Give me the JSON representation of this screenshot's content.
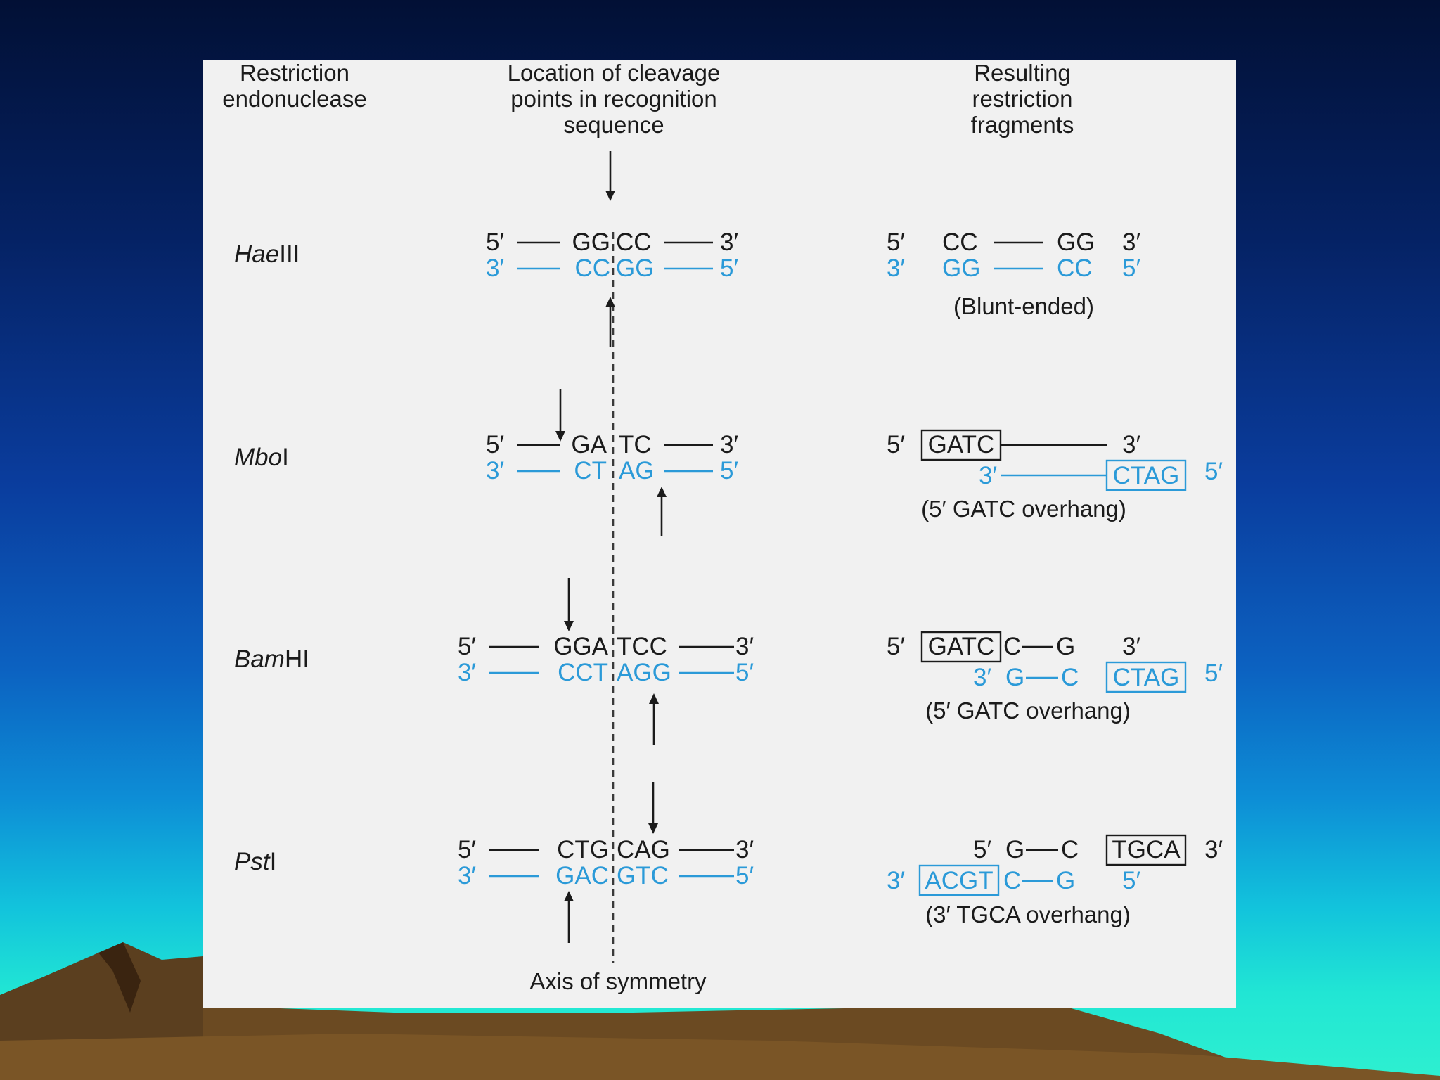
{
  "headers": {
    "enzyme_line1": "Restriction",
    "enzyme_line2": "endonuclease",
    "cleavage_line1": "Location of cleavage",
    "cleavage_line2": "points in recognition",
    "cleavage_line3": "sequence",
    "fragments_line1": "Resulting",
    "fragments_line2": "restriction",
    "fragments_line3": "fragments"
  },
  "axis_label": "Axis of symmetry",
  "colors": {
    "top_strand": "#1b1b1b",
    "bottom_strand": "#2b9ad8",
    "panel": "#f1f1f1"
  },
  "enzymes": [
    {
      "name_italic": "Hae",
      "name_roman": "III",
      "top_5": "5′",
      "top_left": "GG",
      "top_right": "CC",
      "top_3": "3′",
      "bot_3": "3′",
      "bot_left": "CC",
      "bot_right": "GG",
      "bot_5": "5′",
      "frag_top_5": "5′",
      "frag_top_a": "CC",
      "frag_top_b": "GG",
      "frag_top_3": "3′",
      "frag_bot_3": "3′",
      "frag_bot_a": "GG",
      "frag_bot_b": "CC",
      "frag_bot_5": "5′",
      "note": "(Blunt-ended)"
    },
    {
      "name_italic": "Mbo",
      "name_roman": "I",
      "top_5": "5′",
      "top_left": "GA",
      "top_right": "TC",
      "top_3": "3′",
      "bot_3": "3′",
      "bot_left": "CT",
      "bot_right": "AG",
      "bot_5": "5′",
      "frag_top_5": "5′",
      "frag_top_box": "GATC",
      "frag_top_3": "3′",
      "frag_bot_3": "3′",
      "frag_bot_box": "CTAG",
      "frag_bot_5": "5′",
      "note": "(5′ GATC overhang)"
    },
    {
      "name_italic": "Bam",
      "name_roman": "HI",
      "top_5": "5′",
      "top_left": "GGA",
      "top_right": "TCC",
      "top_3": "3′",
      "bot_3": "3′",
      "bot_left": "CCT",
      "bot_right": "AGG",
      "bot_5": "5′",
      "frag_top_5": "5′",
      "frag_top_box": "GATC",
      "frag_top_a": "C",
      "frag_top_b": "G",
      "frag_top_3": "3′",
      "frag_bot_3": "3′",
      "frag_bot_a": "G",
      "frag_bot_b": "C",
      "frag_bot_box": "CTAG",
      "frag_bot_5": "5′",
      "note": "(5′ GATC overhang)"
    },
    {
      "name_italic": "Pst",
      "name_roman": "I",
      "top_5": "5′",
      "top_left": "CTG",
      "top_right": "CAG",
      "top_3": "3′",
      "bot_3": "3′",
      "bot_left": "GAC",
      "bot_right": "GTC",
      "bot_5": "5′",
      "frag_top_5": "5′",
      "frag_top_a": "G",
      "frag_top_b": "C",
      "frag_top_box": "TGCA",
      "frag_top_3": "3′",
      "frag_bot_3": "3′",
      "frag_bot_box": "ACGT",
      "frag_bot_a": "C",
      "frag_bot_b": "G",
      "frag_bot_5": "5′",
      "note": "(3′ TGCA overhang)"
    }
  ]
}
